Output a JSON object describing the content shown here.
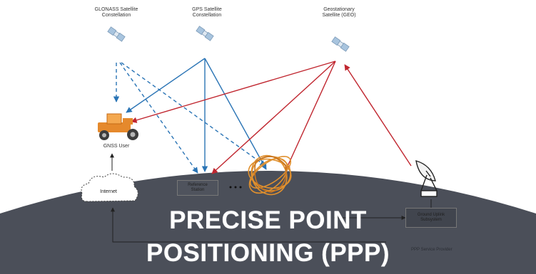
{
  "labels": {
    "glonass": [
      "GLONASS Satellite",
      "Constellation"
    ],
    "gps": [
      "GPS Satellite",
      "Constellation"
    ],
    "geo": [
      "Geostationary",
      "Satellite (GEO)"
    ],
    "gnss_user": "GNSS User",
    "internet": "Internet",
    "reference_station": [
      "Reference",
      "Station"
    ],
    "ground_uplink": [
      "Ground Uplink",
      "Subsystem"
    ],
    "ppp_service": "PPP Service Provider"
  },
  "title": {
    "line1": "PRECISE POINT",
    "line2": "POSITIONING (PPP)"
  },
  "colors": {
    "gps_signal": "#2a74b5",
    "geo_signal": "#c0262f",
    "earth": "#4b4f59",
    "user_vehicle": "#e5892c",
    "ionosphere": "#e0902e"
  },
  "icons": [
    "satellite-icon",
    "tractor-icon",
    "cloud-icon",
    "satellite-dish-icon",
    "ionosphere-icon"
  ]
}
